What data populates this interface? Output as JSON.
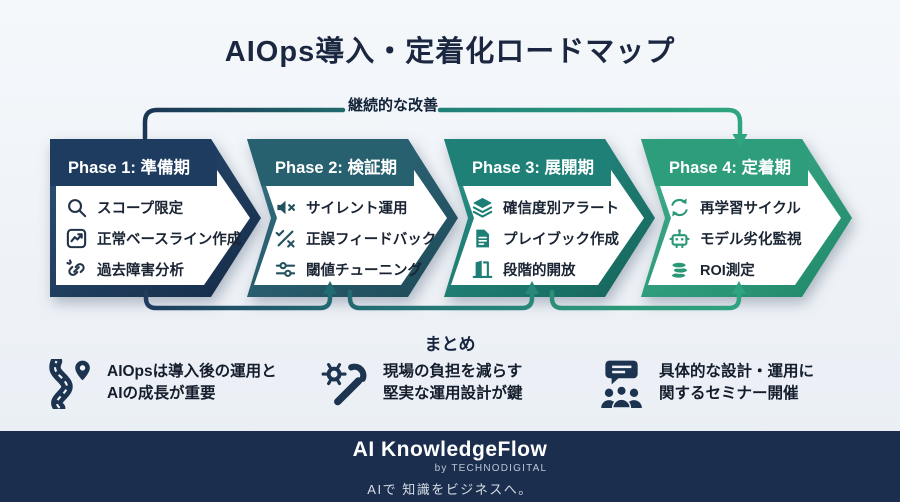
{
  "title": "AIOps導入・定着化ロードマップ",
  "continuous_improvement_label": "継続的な改善",
  "phases": [
    {
      "header": "Phase 1: 準備期",
      "color": "#1e3c60",
      "items": [
        {
          "icon": "search-icon",
          "label": "スコープ限定"
        },
        {
          "icon": "line-chart-icon",
          "label": "正常ベースライン作成"
        },
        {
          "icon": "broken-link-icon",
          "label": "過去障害分析"
        }
      ]
    },
    {
      "header": "Phase 2: 検証期",
      "color": "#27606e",
      "items": [
        {
          "icon": "volume-mute-icon",
          "label": "サイレント運用"
        },
        {
          "icon": "check-x-icon",
          "label": "正誤フィードバック"
        },
        {
          "icon": "sliders-icon",
          "label": "閾値チューニング"
        }
      ]
    },
    {
      "header": "Phase 3: 展開期",
      "color": "#1e8077",
      "items": [
        {
          "icon": "layers-icon",
          "label": "確信度別アラート"
        },
        {
          "icon": "playbook-icon",
          "label": "プレイブック作成"
        },
        {
          "icon": "door-open-icon",
          "label": "段階的開放"
        }
      ]
    },
    {
      "header": "Phase 4: 定着期",
      "color": "#2e9d7b",
      "items": [
        {
          "icon": "refresh-icon",
          "label": "再学習サイクル"
        },
        {
          "icon": "robot-icon",
          "label": "モデル劣化監視"
        },
        {
          "icon": "coins-icon",
          "label": "ROI測定"
        }
      ]
    }
  ],
  "summary": {
    "heading": "まとめ",
    "items": [
      {
        "icon": "roadmap-icon",
        "line1": "AIOpsは導入後の運用と",
        "line2": "AIの成長が重要"
      },
      {
        "icon": "tools-icon",
        "line1": "現場の負担を減らす",
        "line2": "堅実な運用設計が鍵"
      },
      {
        "icon": "seminar-icon",
        "line1": "具体的な設計・運用に",
        "line2": "関するセミナー開催"
      }
    ]
  },
  "footer": {
    "brand": "AI KnowledgeFlow",
    "byline": "by TECHNODIGITAL",
    "tagline": "AIで 知識をビジネスへ。"
  },
  "colors": {
    "background": "#eef2f7",
    "card": "#ffffff",
    "title_text": "#1b2740",
    "phase1": "#1e3c60",
    "phase2": "#27606e",
    "phase3": "#1e8077",
    "phase4": "#2e9d7b",
    "loop_navy": "#1e3c5e",
    "loop_teal": "#236a72",
    "loop_green": "#2b9d7e",
    "footer_bg": "#1c2e4d"
  }
}
